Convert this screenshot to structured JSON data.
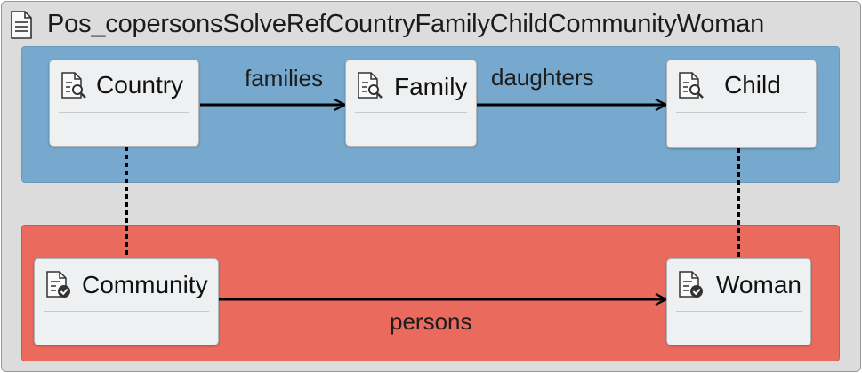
{
  "diagram": {
    "title": "Pos_copersonsSolveRefCountryFamilyChildCommunityWoman",
    "nodes": {
      "country": {
        "label": "Country",
        "icon": "document-search-icon"
      },
      "family": {
        "label": "Family",
        "icon": "document-search-icon"
      },
      "child": {
        "label": "Child",
        "icon": "document-search-icon"
      },
      "community": {
        "label": "Community",
        "icon": "document-check-icon"
      },
      "woman": {
        "label": "Woman",
        "icon": "document-check-icon"
      }
    },
    "edges": {
      "families": {
        "label": "families",
        "from": "Country",
        "to": "Family"
      },
      "daughters": {
        "label": "daughters",
        "from": "Family",
        "to": "Child"
      },
      "persons": {
        "label": "persons",
        "from": "Community",
        "to": "Woman"
      }
    },
    "colors": {
      "top_lane": "#76a9cd",
      "bottom_lane": "#ea6a5d",
      "background": "#dcdcdc"
    }
  }
}
